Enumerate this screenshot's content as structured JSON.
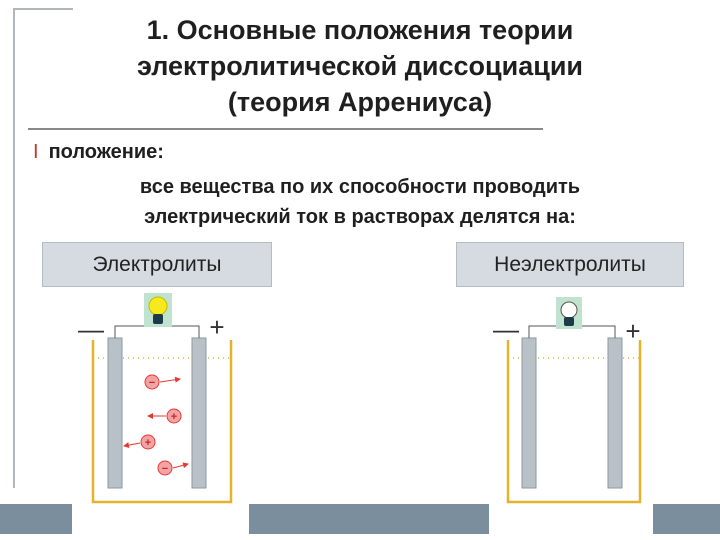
{
  "slide": {
    "title_lines": [
      "1. Основные положения теории",
      "электролитической диссоциации",
      "(теория Аррениуса)"
    ],
    "bullet_number": "I",
    "heading_label": "положение:",
    "description_lines": [
      "все вещества по их способности проводить",
      "электрический ток в растворах делятся на:"
    ]
  },
  "categories": {
    "electrolytes_label": "Электролиты",
    "nonelectrolytes_label": "Неэлектролиты"
  },
  "apparatus": {
    "minus_symbol": "—",
    "plus_symbol": "+",
    "ion_plus_symbol": "+",
    "ion_minus_symbol": "−"
  },
  "colors": {
    "container": "#e3b32b",
    "electrode": "#b9c1c8",
    "bulb_on": "#f7ea1c",
    "bulb_glow": "#bfe3cf",
    "bulb_off": "#ffffff",
    "ion": "#e53935",
    "footer": "#7a8e9e"
  }
}
